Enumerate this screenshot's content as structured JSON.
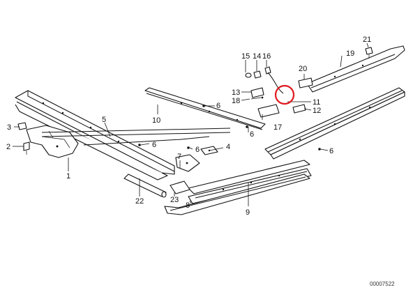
{
  "diagram": {
    "callouts": {
      "c1": "1",
      "c2": "2",
      "c3": "3",
      "c4": "4",
      "c5": "5",
      "c6a": "6",
      "c6b": "6",
      "c6c": "6",
      "c6d": "6",
      "c6e": "6",
      "c7": "7",
      "c8": "8",
      "c9": "9",
      "c10": "10",
      "c11": "11",
      "c12": "12",
      "c13": "13",
      "c14": "14",
      "c15": "15",
      "c16": "16",
      "c17": "17",
      "c18": "18",
      "c19": "19",
      "c20": "20",
      "c21": "21",
      "c22": "22",
      "c23": "23"
    },
    "code": "00007522",
    "highlight_color": "#e0191e"
  }
}
